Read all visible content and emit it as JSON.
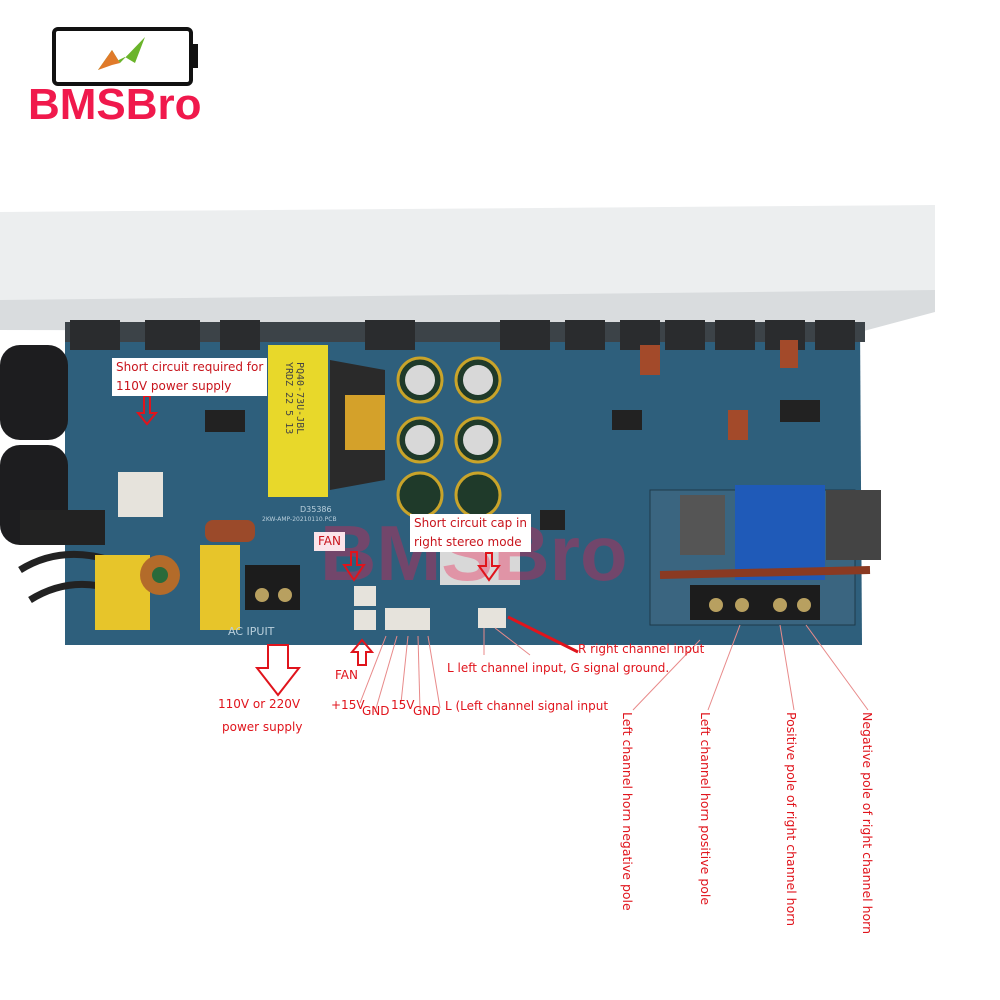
{
  "logo": {
    "text": "BMSBro",
    "icon": "battery-charging-icon",
    "color": "#f0194c"
  },
  "annotations": {
    "short_110v": [
      "Short circuit required for",
      "110V power supply"
    ],
    "fan_top": "FAN",
    "short_cap": [
      "Short circuit cap in",
      "right stereo mode"
    ],
    "fan_bottom": "FAN",
    "power_supply": [
      "110V or 220V",
      "power supply"
    ],
    "pins": [
      "+15V",
      "GND",
      "15V",
      "GND",
      "L (Left channel signal input"
    ],
    "l_input": "L left channel input, G signal ground.",
    "r_input": "R right channel input",
    "outputs": [
      "Left channel horn negative pole",
      "Left channel horn positive pole",
      "Positive pole of right channel horn",
      "Negative pole of right channel horn"
    ]
  },
  "board_print": {
    "transformer": [
      "PQ40-73U-JBL",
      "YRDZ 22 5 13"
    ],
    "pcb_id": "D35386",
    "pcb_name": "2KW-AMP-20210110.PCB",
    "ac_label": "AC IPUIT"
  },
  "colors": {
    "annotation": "#e0141c",
    "pcb": "#2e5f7c",
    "watermark": "#f0194c"
  }
}
